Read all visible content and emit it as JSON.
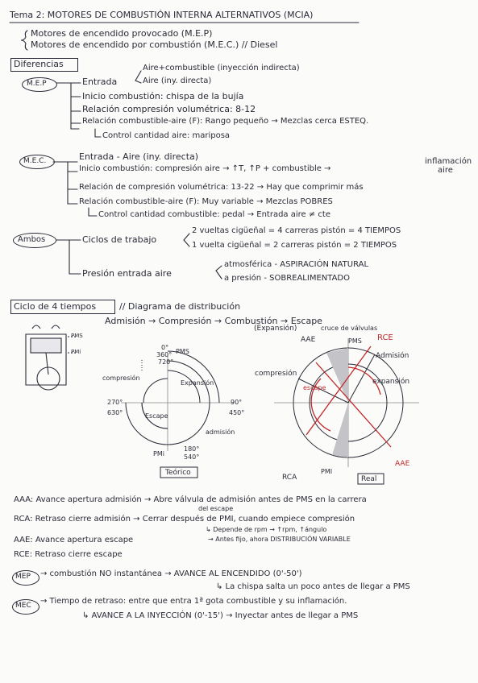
{
  "header": {
    "title": "Tema 2: MOTORES DE COMBUSTIÓN INTERNA ALTERNATIVOS (MCIA)",
    "mep_line": "Motores de encendido provocado (M.E.P)",
    "mec_line": "Motores de encendido por combustión (M.E.C.) // Diesel"
  },
  "diferencias": {
    "label": "Diferencias",
    "mep": {
      "tag": "M.E.P",
      "entrada": "Entrada",
      "entrada_a": "Aire+combustible (inyección indirecta)",
      "entrada_b": "Aire (iny. directa)",
      "inicio": "Inicio combustión: chispa de la bujía",
      "relacion_comp": "Relación compresión volumétrica: 8-12",
      "relacion_aire": "Relación combustible-aire (F): Rango pequeño → Mezclas cerca ESTEQ.",
      "control": "Control cantidad aire: mariposa"
    },
    "mec": {
      "tag": "M.E.C.",
      "entrada": "Entrada - Aire (iny. directa)",
      "inicio": "Inicio combustión: compresión aire → ↑T, ↑P + combustible →",
      "inflamacion_a": "inflamación",
      "inflamacion_b": "aire",
      "relacion_comp": "Relación de compresión volumétrica: 13-22 → Hay que comprimir más",
      "relacion_aire": "Relación combustible-aire (F): Muy variable → Mezclas POBRES",
      "control": "Control cantidad combustible: pedal → Entrada aire ≠ cte"
    },
    "ambos": {
      "tag": "Ambos",
      "ciclos": "Ciclos de trabajo",
      "ciclo_a": "2 vueltas cigüeñal = 4 carreras pistón = 4 TIEMPOS",
      "ciclo_b": "1 vuelta cigüeñal = 2 carreras pistón = 2 TIEMPOS",
      "presion": "Presión entrada aire",
      "presion_a": "atmosférica - ASPIRACIÓN NATURAL",
      "presion_b": "a presión - SOBREALIMENTADO"
    }
  },
  "ciclo": {
    "label": "Ciclo de 4 tiempos",
    "diagram_title": "// Diagrama de distribución",
    "sequence": "Admisión → Compresión → Combustión → Escape",
    "expansion": "(Expansión)",
    "cruce": "cruce de válvulas",
    "engine": {
      "pms": "PMS",
      "pmi": "PMi"
    },
    "teorico": {
      "angle_0": "0°",
      "angle_360": "360°",
      "angle_720": "720°",
      "pms": "PMS",
      "compresion": "compresión",
      "expansion": "Expansión",
      "angle_270": "270°",
      "angle_630": "630°",
      "angle_90": "90°",
      "angle_450": "450°",
      "escape": "Escape",
      "admision": "admisión",
      "angle_180": "180°",
      "angle_540": "540°",
      "pmi": "PMi",
      "label": "Teórico"
    },
    "real": {
      "aae_top": "AAE",
      "pms": "PMS",
      "rce": "RCE",
      "admision": "Admisión",
      "compresion": "compresión",
      "escape": "escape",
      "expansion": "expansión",
      "rca": "RCA",
      "pmi": "PMI",
      "aae_bottom": "AAE",
      "label": "Real"
    }
  },
  "notes": {
    "aaa": "AAA: Avance apertura admisión → Abre válvula de admisión antes de PMS en la carrera",
    "aaa_b": "del escape",
    "rca": "RCA: Retraso cierre admisión → Cerrar después de PMI, cuando empiece compresión",
    "rca_b": "↳ Depende de rpm → ↑rpm, ↑ángulo",
    "aae": "AAE: Avance apertura escape",
    "aae_b": "→ Antes fijo, ahora DISTRIBUCIÓN VARIABLE",
    "rce": "RCE: Retraso cierre escape"
  },
  "mep_note": {
    "tag": "MEP",
    "line": "→ combustión NO instantánea → AVANCE AL ENCENDIDO (0'-50')",
    "sub": "↳ La chispa salta un poco antes de llegar a PMS"
  },
  "mec_note": {
    "tag": "MEC",
    "line": "→ Tiempo de retraso: entre que entra 1ª gota combustible y su inflamación.",
    "sub": "↳ AVANCE A LA INYECCIÓN (0'-15') → Inyectar antes de llegar a PMS"
  },
  "colors": {
    "ink": "#2a2a38",
    "red": "#c0282a",
    "grey": "#9a9aa0"
  }
}
